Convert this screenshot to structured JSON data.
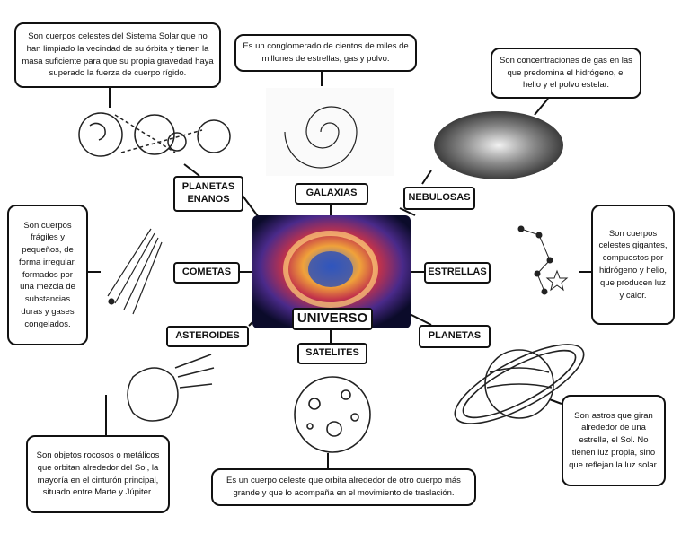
{
  "center": {
    "title": "UNIVERSO"
  },
  "labels": {
    "planetas_enanos": "PLANETAS\nENANOS",
    "galaxias": "GALAXIAS",
    "nebulosas": "NEBULOSAS",
    "cometas": "COMETAS",
    "estrellas": "ESTRELLAS",
    "asteroides": "ASTEROIDES",
    "satelites": "SATELITES",
    "planetas": "PLANETAS"
  },
  "descriptions": {
    "planetas_enanos": "Son cuerpos celestes del Sistema Solar que no han limpiado la vecindad de su órbita y tienen la masa suficiente para que su propia gravedad haya superado la fuerza de cuerpo rígido.",
    "galaxias": "Es un conglomerado de cientos de miles de millones de estrellas, gas y polvo.",
    "nebulosas": "Son concentraciones de gas en las que predomina el hidrógeno, el helio y el polvo estelar.",
    "cometas": "Son cuerpos frágiles y pequeños, de forma irregular, formados por una mezcla de substancias duras y gases congelados.",
    "estrellas": "Son cuerpos celestes gigantes, compuestos por hidrógeno y helio, que producen luz y calor.",
    "asteroides": "Son objetos rocosos o metálicos que orbitan alrededor del Sol, la mayoría en el cinturón principal, situado entre Marte y Júpiter.",
    "satelites": "Es un cuerpo celeste que orbita alrededor de otro cuerpo más grande y que lo acompaña en el movimiento de traslación.",
    "planetas": "Son astros que giran alrededor de una estrella, el Sol. No tienen luz propia, sino que reflejan la luz solar."
  }
}
